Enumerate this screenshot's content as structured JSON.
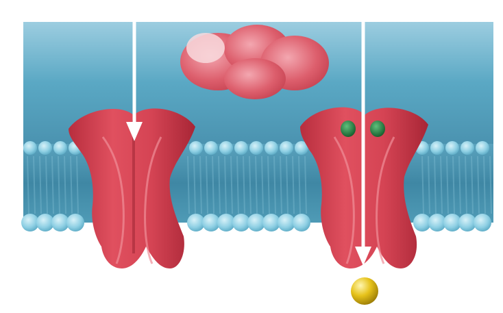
{
  "colors": {
    "background": "#ffffff",
    "extracellular_fluid": "#5aa8c4",
    "membrane_core": "#4b93b0",
    "phospholipid_head": "#8fd0e4",
    "channel_protein": "#cc3b4a",
    "channel_highlight": "#e56571",
    "receptor_site": "#1f7a3c",
    "arrow": "#ffffff",
    "ion": "#e6c21a"
  },
  "icons": {
    "left_channel": "open-channel-protein",
    "right_channel": "ligand-gated-channel-protein",
    "ligand": "signal-molecule-cluster",
    "ion": "ion-sphere",
    "flow_arrow": "down-arrow"
  }
}
